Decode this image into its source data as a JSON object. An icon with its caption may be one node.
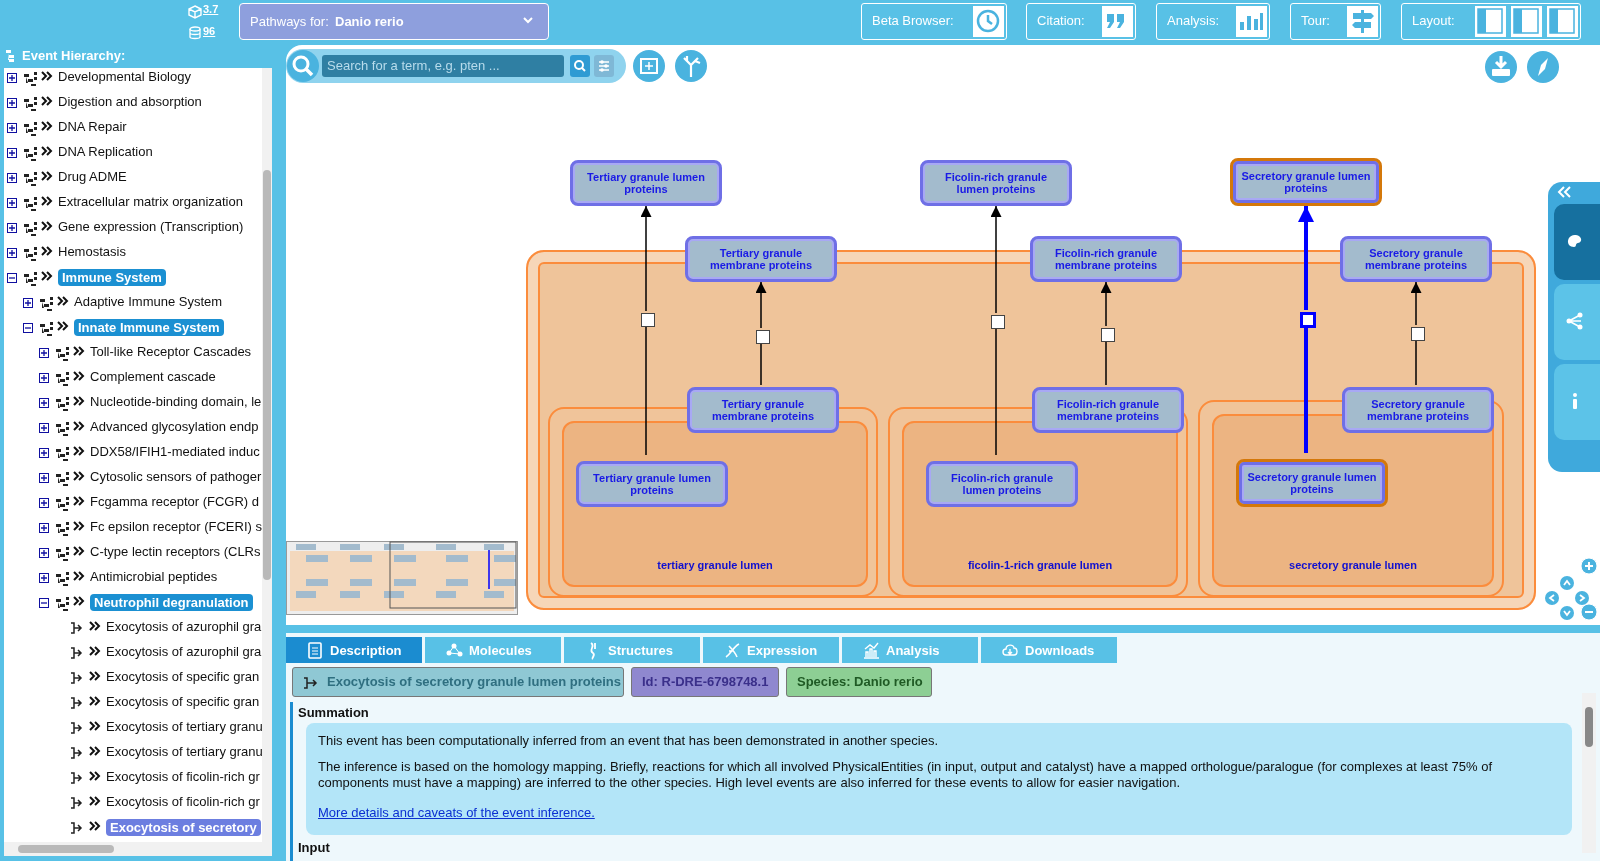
{
  "diagram": {
    "nodes": [
      {
        "text": [],
        "shape": "box"
      },
      {
        "text": [],
        "shape": "box",
        "in": 0
      },
      {
        "text": [
          "tertiary granule lumen"
        ],
        "in": 1
      },
      {
        "text": [],
        "shape": "box",
        "in": 0
      },
      {
        "text": [
          "ficolin-1-rich granule lumen"
        ],
        "in": 3
      },
      {
        "text": [],
        "shape": "box",
        "in": 0
      },
      {
        "text": [
          "secretory granule lumen"
        ],
        "in": 5
      },
      {
        "text": [
          "Tertiary granule lumen proteins"
        ]
      },
      {
        "text": [
          "Ficolin-rich granule lumen proteins"
        ]
      },
      {
        "text": [
          "Secretory granule lumen proteins"
        ]
      },
      {
        "text": [
          "Tertiary granule membrane proteins"
        ]
      },
      {
        "text": [
          "Ficolin-rich granule membrane proteins"
        ]
      },
      {
        "text": [
          "Secretory granule membrane proteins"
        ]
      },
      {
        "text": [],
        "shape": "box",
        "in": 0
      },
      {
        "text": [],
        "shape": "box",
        "in": 0
      },
      {
        "text": [],
        "shape": "box",
        "in": 0
      },
      {
        "text": [],
        "shape": "box",
        "in": 0
      },
      {
        "text": [],
        "shape": "box",
        "in": 0
      },
      {
        "text": [],
        "shape": "box",
        "in": 0
      },
      {
        "text": [
          "Tertiary granule membrane proteins"
        ],
        "in": 0
      },
      {
        "text": [
          "Ficolin-rich granule membrane proteins"
        ],
        "in": 0
      },
      {
        "text": [
          "Secretory granule membrane proteins"
        ],
        "in": 0
      },
      {
        "text": [
          "Tertiary granule lumen proteins"
        ],
        "in": 2
      },
      {
        "text": [
          "Ficolin-rich granule lumen proteins"
        ],
        "in": 4
      },
      {
        "text": [
          "Secretory granule lumen proteins"
        ],
        "in": 6
      }
    ],
    "edges": [
      {
        "from": 22,
        "to": 13,
        "arrow": "none"
      },
      {
        "from": 13,
        "to": 7,
        "arrow": "to"
      },
      {
        "from": 19,
        "to": 14,
        "arrow": "none"
      },
      {
        "from": 14,
        "to": 10,
        "arrow": "to"
      },
      {
        "from": 23,
        "to": 15,
        "arrow": "none"
      },
      {
        "from": 15,
        "to": 8,
        "arrow": "to"
      },
      {
        "from": 20,
        "to": 16,
        "arrow": "none"
      },
      {
        "from": 16,
        "to": 11,
        "arrow": "to"
      },
      {
        "from": 24,
        "to": 17,
        "arrow": "none",
        "style": "thick",
        "color": "#0000ff"
      },
      {
        "from": 17,
        "to": 9,
        "arrow": "to",
        "style": "thick",
        "color": "#0000ff"
      },
      {
        "from": 21,
        "to": 18,
        "arrow": "none"
      },
      {
        "from": 18,
        "to": 12,
        "arrow": "to"
      }
    ],
    "labels": [
      "3.7",
      "96",
      "Pathways for:",
      "Danio rerio",
      "Beta Browser:",
      "Citation:",
      "Analysis:",
      "Tour:",
      "Layout:",
      "Event Hierarchy:",
      "Developmental Biology",
      "Digestion and absorption",
      "DNA Repair",
      "DNA Replication",
      "Drug ADME",
      "Extracellular matrix organization",
      "Gene expression (Transcription)",
      "Hemostasis",
      "Immune System",
      "Adaptive Immune System",
      "Innate Immune System",
      "Toll-like Receptor Cascades",
      "Complement cascade",
      "Nucleotide-binding domain, le",
      "Advanced glycosylation endp",
      "DDX58/IFIH1-mediated induc",
      "Cytosolic sensors of pathoger",
      "Fcgamma receptor (FCGR) d",
      "Fc epsilon receptor (FCERI) s",
      "C-type lectin receptors (CLRs",
      "Antimicrobial peptides",
      "Neutrophil degranulation",
      "Exocytosis of azurophil gra",
      "Exocytosis of azurophil gra",
      "Exocytosis of specific gran",
      "Exocytosis of specific gran",
      "Exocytosis of tertiary granu",
      "Exocytosis of tertiary granu",
      "Exocytosis of ficolin-rich gr",
      "Exocytosis of ficolin-rich gr",
      "Exocytosis of secretory",
      "Search for a term, e.g. pten ...",
      "Description",
      "Molecules",
      "Structures",
      "Expression",
      "Analysis",
      "Downloads",
      "Exocytosis of secretory granule lumen proteins",
      "Id: R-DRE-6798748.1",
      "Species: Danio rerio",
      "Summation",
      "This event has been computationally inferred from an event that has been demonstrated in another species.",
      "The inference is based on the homology mapping. Briefly, reactions for which all involved PhysicalEntities (in input, output and catalyst) have a mapped orthologue/paralogue (for complexes at least 75% of components must have a mapping) are inferred to the other species. High level events are also inferred for these events to allow for easier navigation.",
      "More details and caveats of the event inference.",
      "Input"
    ]
  }
}
